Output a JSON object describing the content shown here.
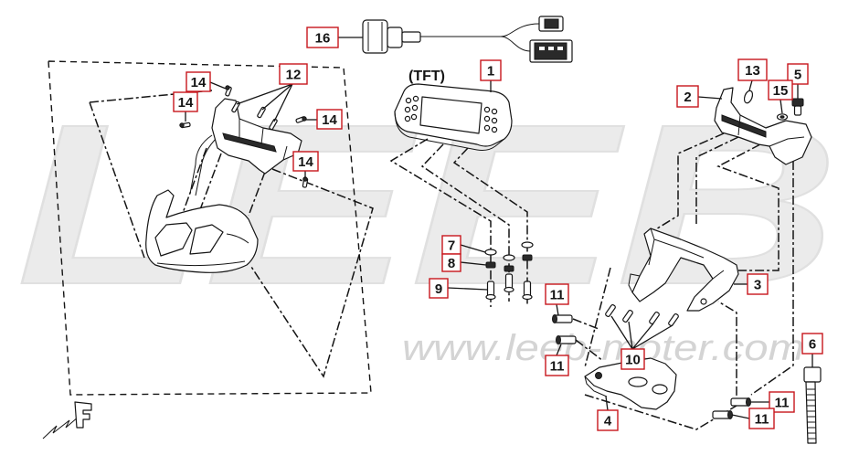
{
  "diagram": {
    "watermark_brand": "LEEB",
    "watermark_url": "www.leeb-moter.com",
    "tft_label": "(TFT)"
  },
  "callouts": [
    {
      "label": "16"
    },
    {
      "label": "1"
    },
    {
      "label": "13"
    },
    {
      "label": "5"
    },
    {
      "label": "2"
    },
    {
      "label": "15"
    },
    {
      "label": "14"
    },
    {
      "label": "14"
    },
    {
      "label": "14"
    },
    {
      "label": "14"
    },
    {
      "label": "12"
    },
    {
      "label": "7"
    },
    {
      "label": "8"
    },
    {
      "label": "9"
    },
    {
      "label": "11"
    },
    {
      "label": "11"
    },
    {
      "label": "11"
    },
    {
      "label": "11"
    },
    {
      "label": "3"
    },
    {
      "label": "10"
    },
    {
      "label": "6"
    },
    {
      "label": "4"
    }
  ],
  "colors": {
    "callout_border": "#c8161d",
    "ink": "#151515",
    "watermark": "#ebebeb",
    "watermark_url": "#d4d4d4"
  }
}
